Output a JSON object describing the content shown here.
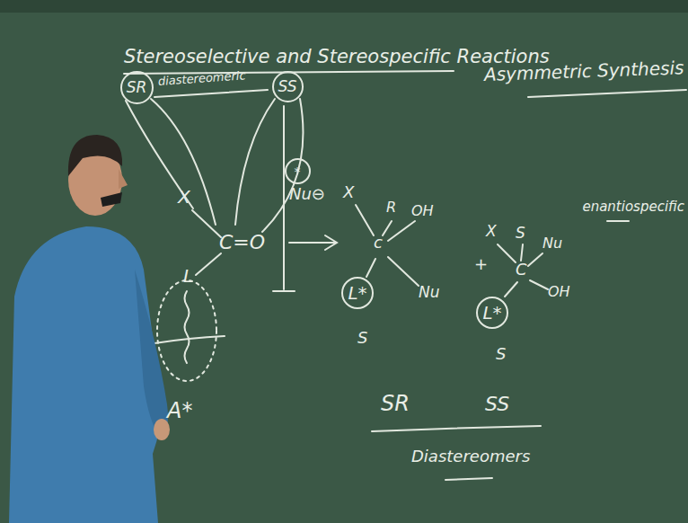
{
  "diagram": {
    "title": "Stereoselective and Stereospecific Reactions",
    "nodes": [
      {
        "text": [
          "SR"
        ]
      },
      {
        "text": [
          "SS"
        ]
      },
      {
        "text": [
          "*"
        ]
      },
      {
        "text": [
          "L*"
        ]
      },
      {
        "text": [
          "L*"
        ]
      }
    ],
    "labels": [
      "diastereomeric",
      "Asymmetric Synthesis",
      "enantiospecific",
      "X",
      "C=O",
      "L",
      "A*",
      "Nu⊖",
      "X",
      "R",
      "OH",
      "c",
      "Nu",
      "S",
      "+",
      "X",
      "S",
      "Nu",
      "C",
      "OH",
      "S",
      "SR",
      "SS",
      "Diastereomers"
    ]
  }
}
